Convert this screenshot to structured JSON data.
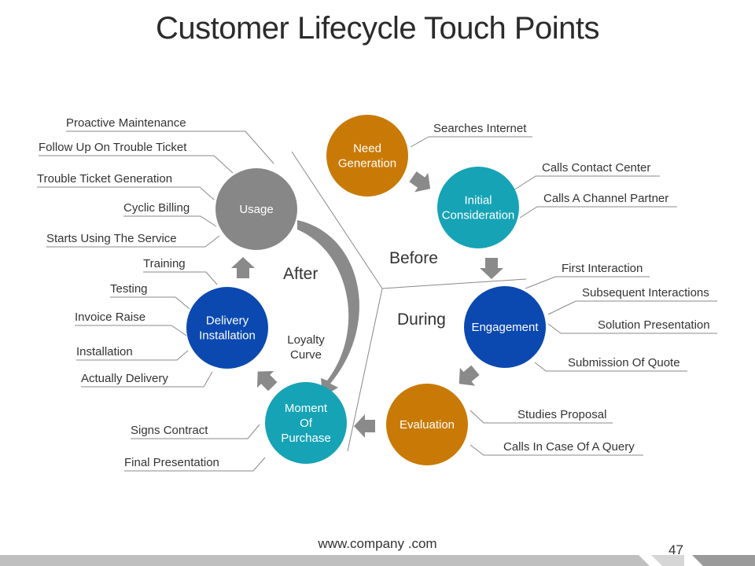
{
  "title": "Customer Lifecycle Touch Points",
  "footer": {
    "url": "www.company .com",
    "page_number": "47"
  },
  "colors": {
    "orange": "#C97A06",
    "teal": "#16A3B6",
    "blue": "#0B49B0",
    "gray": "#878787",
    "arrow": "#8A8A8A",
    "line": "#888888",
    "text": "#333333"
  },
  "sections": {
    "before": "Before",
    "during": "During",
    "after": "After"
  },
  "loyalty_curve": [
    "Loyalty",
    "Curve"
  ],
  "stages": [
    {
      "id": "need-generation",
      "lines": [
        "Need",
        "Generation"
      ],
      "color": "orange",
      "points": [
        "Searches Internet"
      ]
    },
    {
      "id": "initial-consideration",
      "lines": [
        "Initial",
        "Consideration"
      ],
      "color": "teal",
      "points": [
        "Calls Contact Center",
        "Calls A Channel Partner"
      ]
    },
    {
      "id": "engagement",
      "lines": [
        "Engagement"
      ],
      "color": "blue",
      "points": [
        "First Interaction",
        "Subsequent Interactions",
        "Solution Presentation",
        "Submission Of Quote"
      ]
    },
    {
      "id": "evaluation",
      "lines": [
        "Evaluation"
      ],
      "color": "orange",
      "points": [
        "Studies Proposal",
        "Calls In Case Of A Query"
      ]
    },
    {
      "id": "moment-of-purchase",
      "lines": [
        "Moment",
        "Of",
        "Purchase"
      ],
      "color": "teal",
      "points": [
        "Signs Contract",
        "Final Presentation"
      ]
    },
    {
      "id": "delivery-installation",
      "lines": [
        "Delivery",
        "Installation"
      ],
      "color": "blue",
      "points": [
        "Training",
        "Testing",
        "Invoice Raise",
        "Installation",
        "Actually Delivery"
      ]
    },
    {
      "id": "usage",
      "lines": [
        "Usage"
      ],
      "color": "gray",
      "points": [
        "Proactive Maintenance",
        "Follow Up On Trouble Ticket",
        "Trouble Ticket Generation",
        "Cyclic Billing",
        "Starts Using The Service"
      ]
    }
  ]
}
